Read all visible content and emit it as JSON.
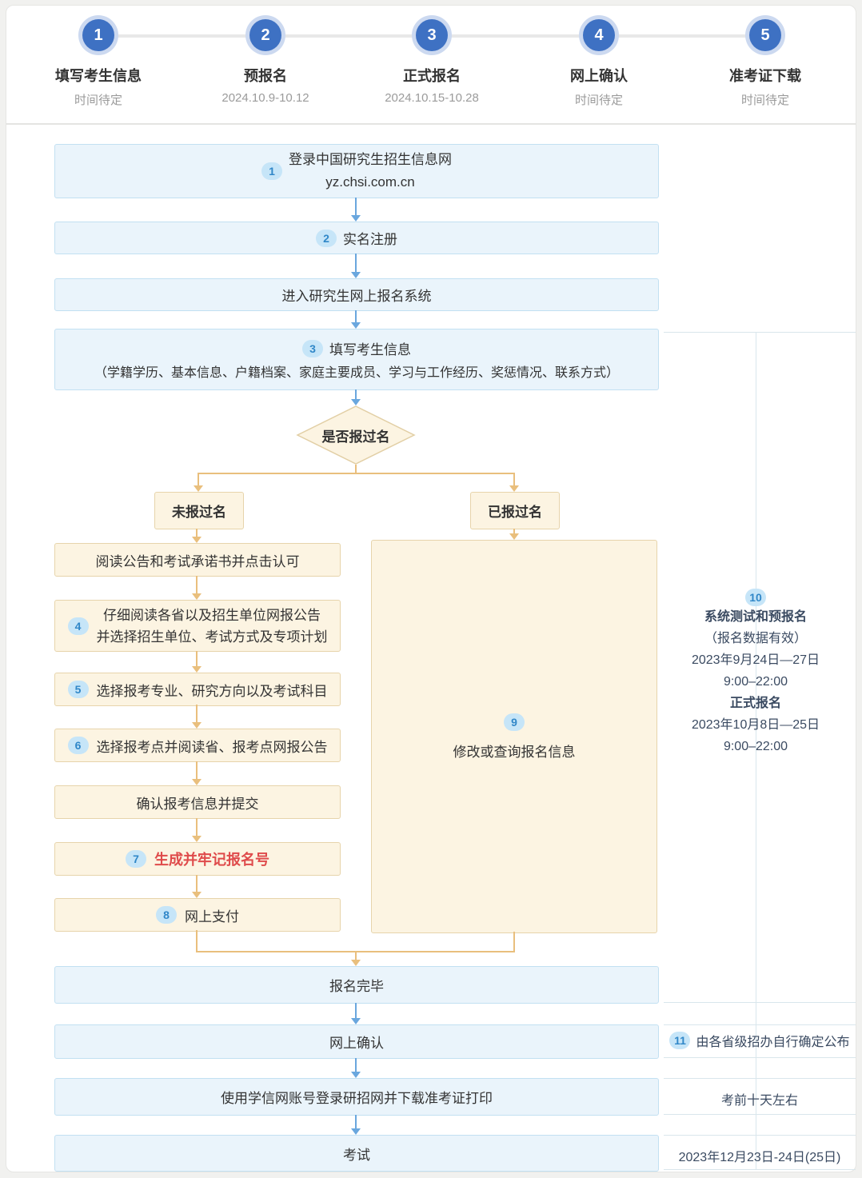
{
  "colors": {
    "accent_blue": "#3e71c3",
    "light_blue_box": "#eaf4fb",
    "cream_box": "#fcf4e2",
    "orange_line": "#e9bf7d",
    "blue_arrow": "#6aa7de",
    "badge_blue": "#3087c8",
    "alert_red": "#df4b4b",
    "annotation_text": "#3a4a61"
  },
  "timeline": {
    "steps": [
      {
        "num": "1",
        "title": "填写考生信息",
        "date": "时间待定"
      },
      {
        "num": "2",
        "title": "预报名",
        "date": "2024.10.9-10.12"
      },
      {
        "num": "3",
        "title": "正式报名",
        "date": "2024.10.15-10.28"
      },
      {
        "num": "4",
        "title": "网上确认",
        "date": "时间待定"
      },
      {
        "num": "5",
        "title": "准考证下载",
        "date": "时间待定"
      }
    ]
  },
  "flow": {
    "login": {
      "badge": "1",
      "line1": "登录中国研究生招生信息网",
      "line2": "yz.chsi.com.cn"
    },
    "register": {
      "badge": "2",
      "label": "实名注册"
    },
    "enter_system": {
      "label": "进入研究生网上报名系统"
    },
    "fill_info": {
      "badge": "3",
      "title": "填写考生信息",
      "detail": "（学籍学历、基本信息、户籍档案、家庭主要成员、学习与工作经历、奖惩情况、联系方式）"
    },
    "decision": {
      "label": "是否报过名"
    },
    "branch_no": {
      "label": "未报过名"
    },
    "branch_yes": {
      "label": "已报过名"
    },
    "read_notice": {
      "label": "阅读公告和考试承诺书并点击认可"
    },
    "read_province": {
      "badge": "4",
      "line1": "仔细阅读各省以及招生单位网报公告",
      "line2": "并选择招生单位、考试方式及专项计划"
    },
    "choose_major": {
      "badge": "5",
      "label": "选择报考专业、研究方向以及考试科目"
    },
    "choose_site": {
      "badge": "6",
      "label": "选择报考点并阅读省、报考点网报公告"
    },
    "confirm_submit": {
      "label": "确认报考信息并提交"
    },
    "remember_id": {
      "badge": "7",
      "label": "生成并牢记报名号"
    },
    "pay_online": {
      "badge": "8",
      "label": "网上支付"
    },
    "modify_query": {
      "badge": "9",
      "label": "修改或查询报名信息"
    },
    "finish": {
      "label": "报名完毕"
    },
    "online_confirm": {
      "label": "网上确认"
    },
    "download_print": {
      "label": "使用学信网账号登录研招网并下载准考证打印"
    },
    "exam": {
      "label": "考试"
    }
  },
  "annotations": {
    "test_prereg": {
      "badge": "10",
      "lines": [
        "系统测试和预报名",
        "（报名数据有效）",
        "2023年9月24日—27日",
        "9:00–22:00",
        "正式报名",
        "2023年10月8日—25日",
        "9:00–22:00"
      ]
    },
    "province_confirm": {
      "badge": "11",
      "label": "由各省级招办自行确定公布"
    },
    "ten_days": {
      "label": "考前十天左右"
    },
    "exam_date": {
      "label": "2023年12月23日-24日(25日)"
    }
  }
}
